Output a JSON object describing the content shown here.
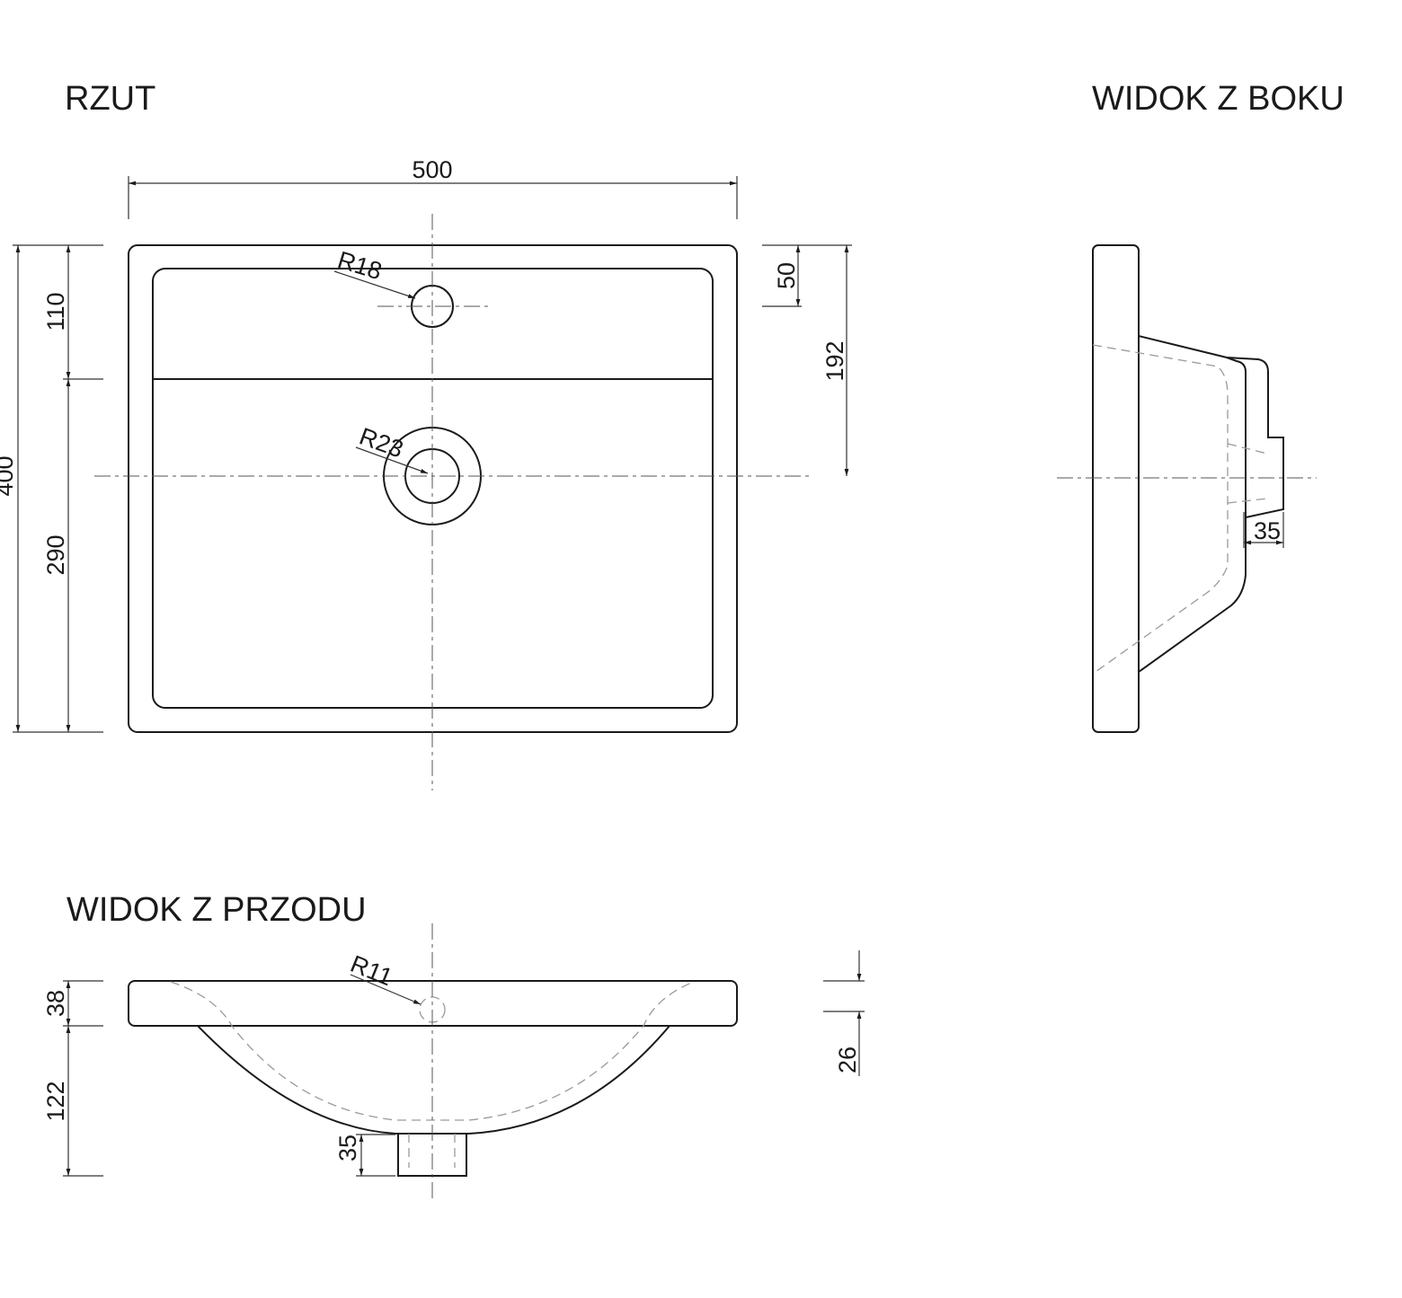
{
  "views": {
    "top": {
      "title": "RZUT"
    },
    "side": {
      "title": "WIDOK Z BOKU"
    },
    "front": {
      "title": "WIDOK Z PRZODU"
    }
  },
  "dimensions": {
    "top_width": "500",
    "top_depth": "400",
    "top_rear_deck": "110",
    "top_front_bowl": "290",
    "top_tap_hole_offset": "50",
    "top_drain_offset": "192",
    "tap_hole_radius": "R18",
    "drain_radius": "R23",
    "side_outlet": "35",
    "front_rim": "38",
    "front_bowl_depth": "122",
    "front_outlet": "35",
    "front_overflow_radius": "R11",
    "front_right_height": "26"
  }
}
